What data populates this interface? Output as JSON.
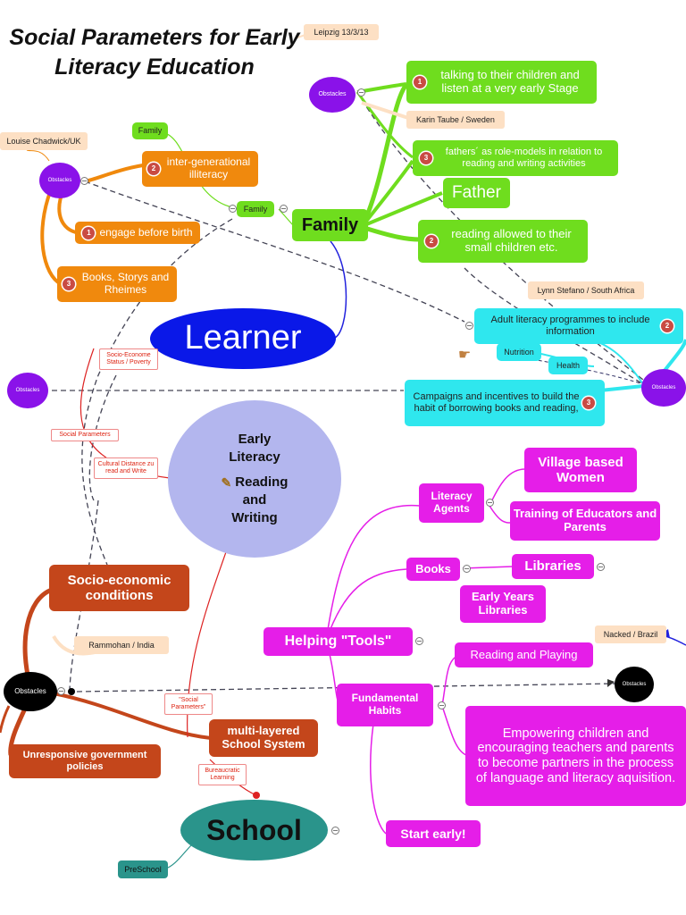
{
  "title": "Social Parameters for Early Literacy Education",
  "date_tag": "Leipzig 13/3/13",
  "center": {
    "line1": "Early",
    "line2": "Literacy",
    "line3": "Reading",
    "line4": "and",
    "line5": "Writing"
  },
  "learner": "Learner",
  "family": {
    "label": "Family",
    "small_family_a": "Family",
    "small_family_b": "Family",
    "father": "Father",
    "obstacles_top": "Obstacles",
    "obstacles_left": "Obstacles",
    "talking": "talking to their children and listen at a very early Stage",
    "fathers_role": "fathers´ as role-models in relation to reading and writing activities",
    "reading_allowed": "reading allowed to their small children etc.",
    "inter_gen": "inter-generational illiteracy",
    "engage": "engage before birth",
    "books_storys": "Books, Storys and Rheimes",
    "karin": "Karin Taube / Sweden",
    "louise": "Louise Chadwick/UK",
    "badge1": "1",
    "badge2": "2",
    "badge3": "3"
  },
  "africa": {
    "lynn": "Lynn Stefano / South Africa",
    "adult_lit": "Adult literacy programmes to include information",
    "nutrition": "Nutrition",
    "health": "Health",
    "campaigns": "Campaigns and incentives to build the habit of borrowing  books and reading,",
    "obstacles": "Obstacles",
    "badge2": "2",
    "badge3": "3"
  },
  "left_obstacles": "Obstacles",
  "edge_labels": {
    "socio_status": "Socio-Econome Status / Poverty",
    "social_params": "Social Parameters",
    "cultural": "Cultural Distance zu read and Write",
    "social_params2": "\"Social Parameters\"",
    "bureaucratic": "Bureaucratic Learning"
  },
  "tools": {
    "helping": "Helping \"Tools\"",
    "literacy_agents": "Literacy Agents",
    "village": "Village based Women",
    "training": "Training of Educators and Parents",
    "books": "Books",
    "libraries": "Libraries",
    "early_years": "Early Years Libraries",
    "fundamental": "Fundamental Habits",
    "reading_playing": "Reading and Playing",
    "empowering": "Empowering children and encouraging  teachers and parents to become partners in the process of language and literacy aquisition.",
    "start_early": "Start early!",
    "nacked": "Nacked / Brazil",
    "obstacles": "Obstacles"
  },
  "india": {
    "socio": "Socio-economic conditions",
    "rammohan": "Rammohan / India",
    "obstacles": "Obstacles",
    "unresponsive": "Unresponsive government policies",
    "multi": "multi-layered School System"
  },
  "school": {
    "label": "School",
    "preschool": "PreSchool"
  }
}
